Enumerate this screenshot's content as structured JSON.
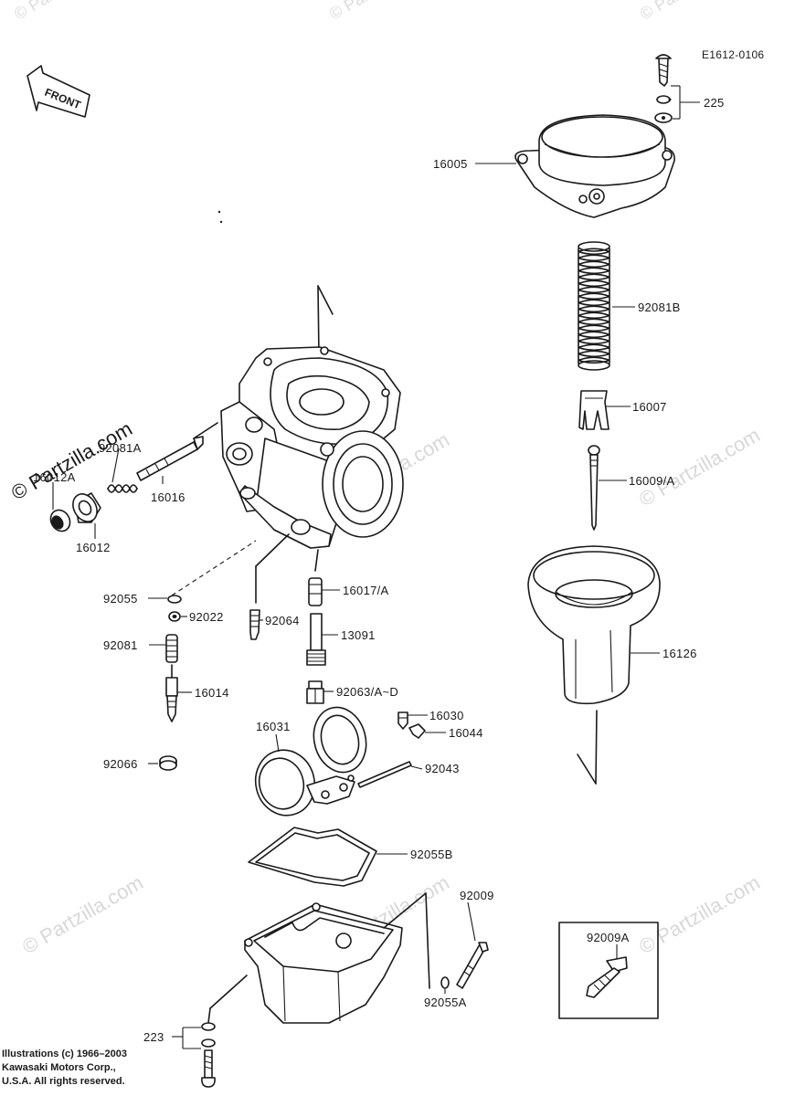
{
  "diagram": {
    "code": "E1612-0106",
    "front_label": "FRONT",
    "watermark": "© Partzilla.com",
    "callouts": {
      "p225": "225",
      "p16005": "16005",
      "p92081B": "92081B",
      "p16007": "16007",
      "p16009A": "16009/A",
      "p16126": "16126",
      "p92081A": "92081A",
      "p16012A": "16012A",
      "p16016": "16016",
      "p16012": "16012",
      "p92055": "92055",
      "p92022": "92022",
      "p92064": "92064",
      "p16017A": "16017/A",
      "p13091": "13091",
      "p92081": "92081",
      "p16014": "16014",
      "p92063": "92063/A~D",
      "p16030": "16030",
      "p16044": "16044",
      "p16031": "16031",
      "p92066": "92066",
      "p92043": "92043",
      "p92055B": "92055B",
      "p92009": "92009",
      "p92009A": "92009A",
      "p92055A": "92055A",
      "p223": "223"
    }
  },
  "copyright": {
    "line1": "Illustrations (c) 1966–2003",
    "line2": "Kawasaki Motors Corp.,",
    "line3": "U.S.A.  All rights reserved."
  }
}
